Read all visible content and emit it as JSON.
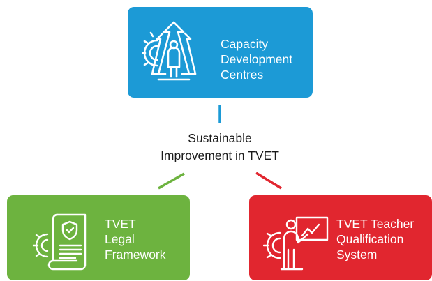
{
  "colors": {
    "blue": "#1c9ad6",
    "green": "#6db33f",
    "red": "#e1262f",
    "text": "#1a1a1a"
  },
  "center": {
    "label": "Sustainable\nImprovement in TVET"
  },
  "cards": {
    "top": {
      "label": "Capacity\nDevelopment\nCentres",
      "icon": "person-arrows-gear-icon"
    },
    "left": {
      "label": "TVET\nLegal\nFramework",
      "icon": "shield-document-gear-icon"
    },
    "right": {
      "label": "TVET Teacher\nQualification\nSystem",
      "icon": "teacher-board-gear-icon"
    }
  }
}
